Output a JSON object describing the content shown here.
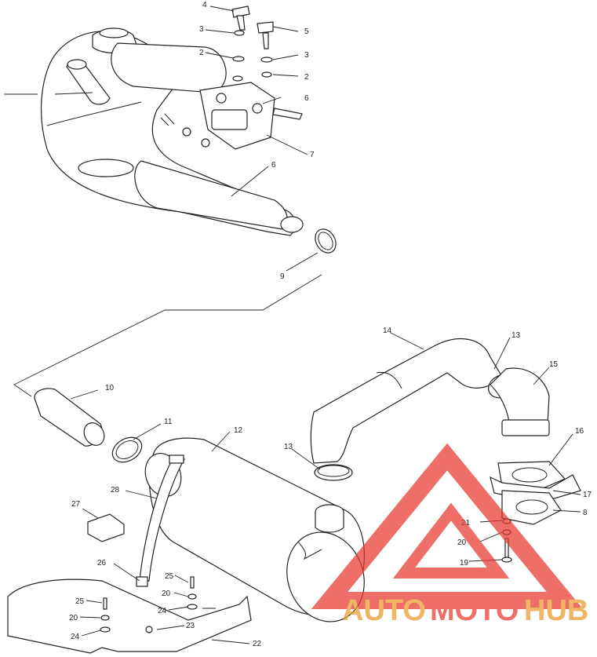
{
  "callouts": [
    {
      "id": "c4",
      "text": "4"
    },
    {
      "id": "c3a",
      "text": "3"
    },
    {
      "id": "c2a",
      "text": "2"
    },
    {
      "id": "c5",
      "text": "5"
    },
    {
      "id": "c3b",
      "text": "3"
    },
    {
      "id": "c2b",
      "text": "2"
    },
    {
      "id": "c6a",
      "text": "6"
    },
    {
      "id": "c7",
      "text": "7"
    },
    {
      "id": "c6b",
      "text": "6"
    },
    {
      "id": "c9",
      "text": "9"
    },
    {
      "id": "c14",
      "text": "14"
    },
    {
      "id": "c13a",
      "text": "13"
    },
    {
      "id": "c15",
      "text": "15"
    },
    {
      "id": "c10",
      "text": "10"
    },
    {
      "id": "c11",
      "text": "11"
    },
    {
      "id": "c12",
      "text": "12"
    },
    {
      "id": "c16",
      "text": "16"
    },
    {
      "id": "c13b",
      "text": "13"
    },
    {
      "id": "c17",
      "text": "17"
    },
    {
      "id": "c8",
      "text": "8"
    },
    {
      "id": "c27",
      "text": "27"
    },
    {
      "id": "c28",
      "text": "28"
    },
    {
      "id": "c21",
      "text": "21"
    },
    {
      "id": "c20a",
      "text": "20"
    },
    {
      "id": "c19",
      "text": "19"
    },
    {
      "id": "c26",
      "text": "26"
    },
    {
      "id": "c25a",
      "text": "25"
    },
    {
      "id": "c20b",
      "text": "20"
    },
    {
      "id": "c24a",
      "text": "24"
    },
    {
      "id": "c25b",
      "text": "25"
    },
    {
      "id": "c20c",
      "text": "20"
    },
    {
      "id": "c24b",
      "text": "24"
    },
    {
      "id": "c23",
      "text": "23"
    },
    {
      "id": "c22",
      "text": "22"
    }
  ],
  "watermark": {
    "logo_text_a": "AUTO",
    "logo_text_b": "MOTO",
    "logo_text_c": "HUB",
    "color_primary": "#e8392f",
    "color_secondary": "#e89a2a"
  }
}
